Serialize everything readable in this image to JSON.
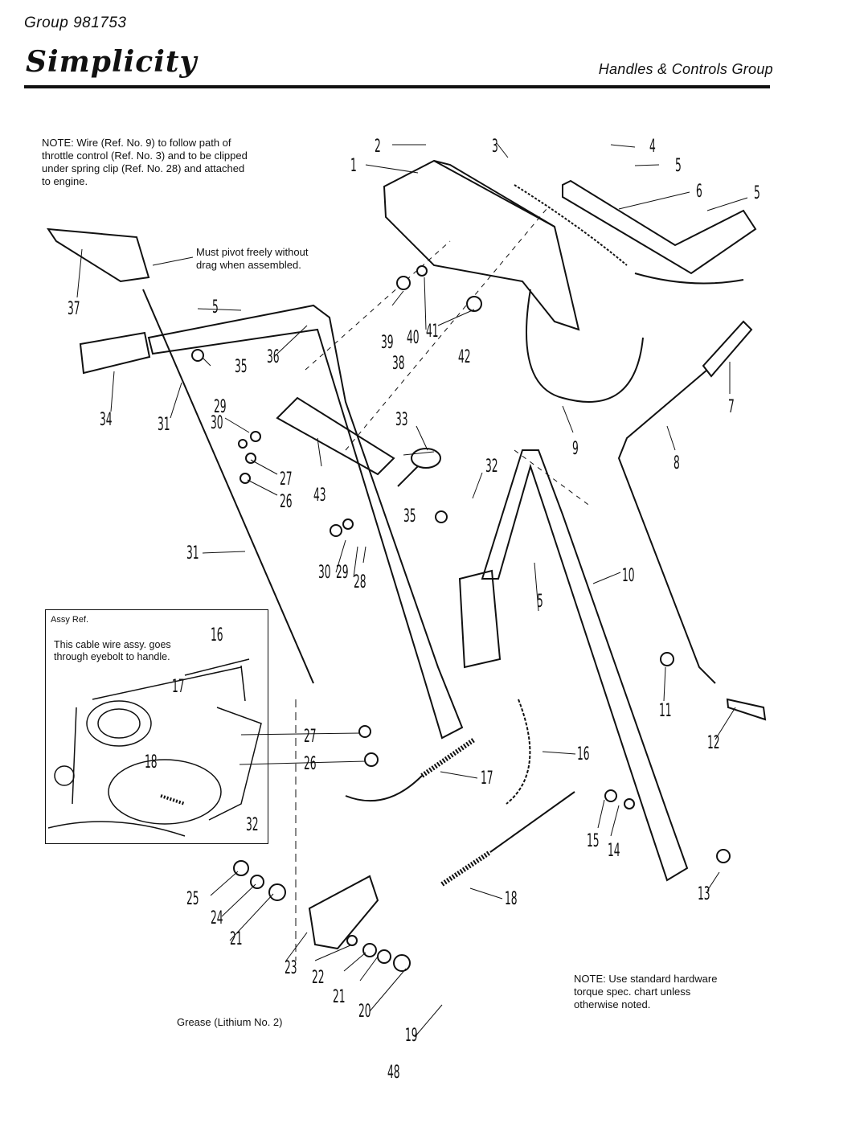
{
  "header": {
    "group": "Group 981753",
    "brand": "Simplicity",
    "section": "Handles & Controls Group"
  },
  "notes": {
    "wire": [
      "NOTE: Wire (Ref. No. 9) to follow path of",
      "throttle control (Ref. No. 3) and to be clipped",
      "under spring clip (Ref. No. 28) and attached",
      "to engine."
    ],
    "pivot": [
      "Must pivot freely without",
      "drag when assembled."
    ],
    "hardware": [
      "NOTE: Use standard hardware",
      "torque spec. chart unless",
      "otherwise noted."
    ],
    "grease": "Grease (Lithium No. 2)"
  },
  "inset": {
    "title": "Assy Ref.",
    "text": [
      "This cable wire assy. goes",
      "through eyebolt to handle."
    ],
    "callouts": [
      "16",
      "17",
      "18",
      "32"
    ]
  },
  "callouts": [
    "1",
    "2",
    "3",
    "4",
    "5",
    "5",
    "5",
    "5",
    "6",
    "7",
    "8",
    "9",
    "10",
    "11",
    "12",
    "13",
    "14",
    "15",
    "16",
    "17",
    "18",
    "19",
    "20",
    "21",
    "21",
    "22",
    "23",
    "24",
    "25",
    "26",
    "26",
    "27",
    "27",
    "28",
    "29",
    "29",
    "30",
    "30",
    "31",
    "31",
    "33",
    "34",
    "35",
    "35",
    "36",
    "37",
    "38",
    "39",
    "40",
    "41",
    "42",
    "43",
    "32"
  ],
  "page_number": "48"
}
